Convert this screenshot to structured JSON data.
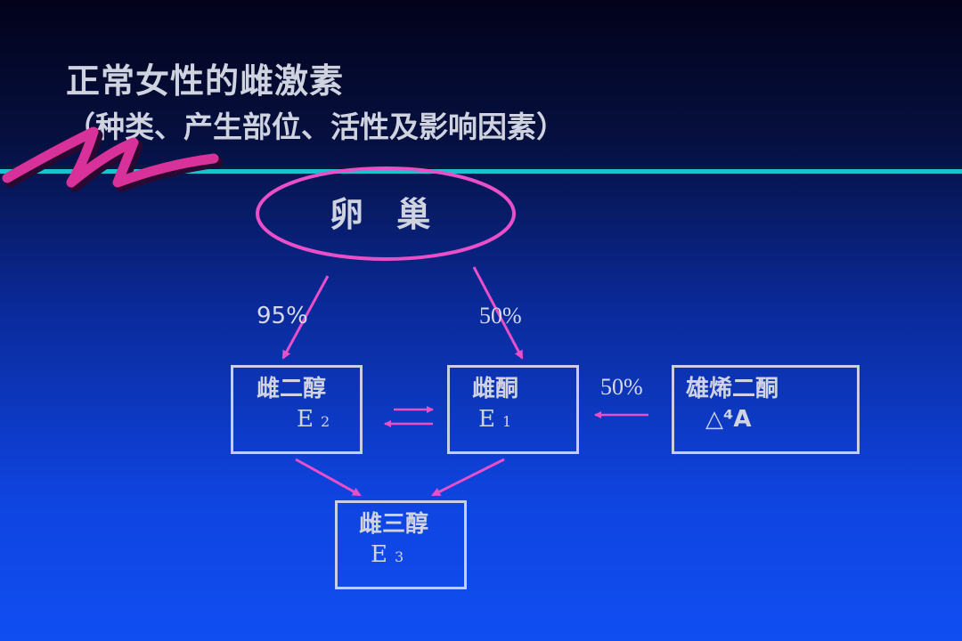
{
  "slide": {
    "title": "正常女性的雌激素",
    "subtitle": "（种类、产生部位、活性及影响因素）"
  },
  "diagram": {
    "source": "卵 巢",
    "pct_left": "95%",
    "pct_right": "50%",
    "pct_side": "50%",
    "nodes": {
      "e2": {
        "name": "雌二醇",
        "symbol": "E",
        "sub": "2"
      },
      "e1": {
        "name": "雌酮",
        "symbol": "E",
        "sub": "1"
      },
      "a4": {
        "name": "雄烯二酮",
        "symbol": "△⁴A"
      },
      "e3": {
        "name": "雌三醇",
        "symbol": "E",
        "sub": "3"
      }
    }
  },
  "colors": {
    "accent": "#e94fc9",
    "rule": "#1cc2d0",
    "box_border": "#c9cde6"
  }
}
